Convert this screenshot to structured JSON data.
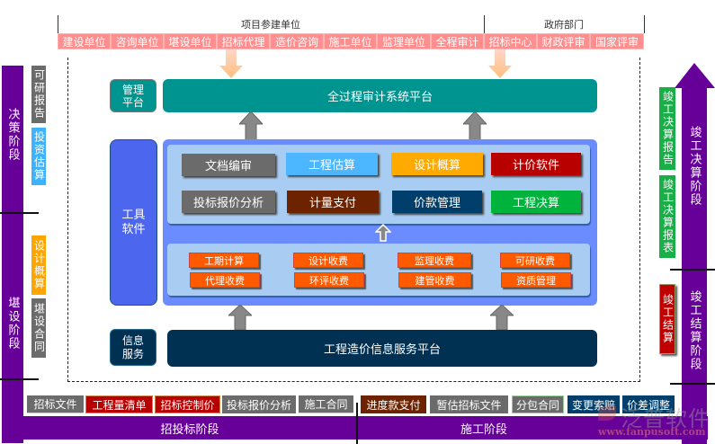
{
  "top": {
    "group1_label": "项目参建单位",
    "group2_label": "政府部门",
    "units": [
      "建设单位",
      "咨询单位",
      "堪设单位",
      "招标代理",
      "造价咨询",
      "施工单位",
      "监理单位",
      "全程审计",
      "招标中心",
      "财政评审",
      "国家评审"
    ]
  },
  "left": {
    "stage1": "决策阶段",
    "stage2": "堪设阶段",
    "docs": [
      "可研报告",
      "投资估算",
      "设计概算",
      "堪设合同"
    ]
  },
  "right": {
    "stage1": "竣工决算阶段",
    "stage2": "竣工结算阶段",
    "docs": [
      "竣工决算报告",
      "竣工决算报表",
      "竣工结算"
    ]
  },
  "center": {
    "mgmt_label": "管理平台",
    "mgmt_platform": "全过程审计系统平台",
    "tools_label": "工具软件",
    "tools_row1": [
      "文档编审",
      "工程估算",
      "设计概算",
      "计价软件"
    ],
    "tools_row2": [
      "投标报价分析",
      "计量支付",
      "价款管理",
      "工程决算"
    ],
    "fees_row1": [
      "工期计算",
      "设计收费",
      "监理收费",
      "可研收费"
    ],
    "fees_row2": [
      "代理收费",
      "环评收费",
      "建管收费",
      "资质管理"
    ],
    "info_label": "信息服务",
    "info_platform": "工程造价信息服务平台"
  },
  "bottom": {
    "bidding_stage": "招投标阶段",
    "construction_stage": "施工阶段",
    "bidding_docs": [
      "招标文件",
      "工程量清单",
      "招标控制价",
      "投标报价分析",
      "施工合同"
    ],
    "construction_docs": [
      "进度款支付",
      "暂估招标文件",
      "分包合同",
      "变更索赔",
      "价差调整"
    ]
  },
  "watermark": {
    "brand": "泛普软件",
    "url": "www.fanpusoft.com"
  },
  "colors": {
    "purple": "#660099",
    "teal": "#009490",
    "blue": "#4c66ee",
    "navy": "#003153",
    "pink": "#ff8f8f",
    "orange": "#ff5a00"
  }
}
